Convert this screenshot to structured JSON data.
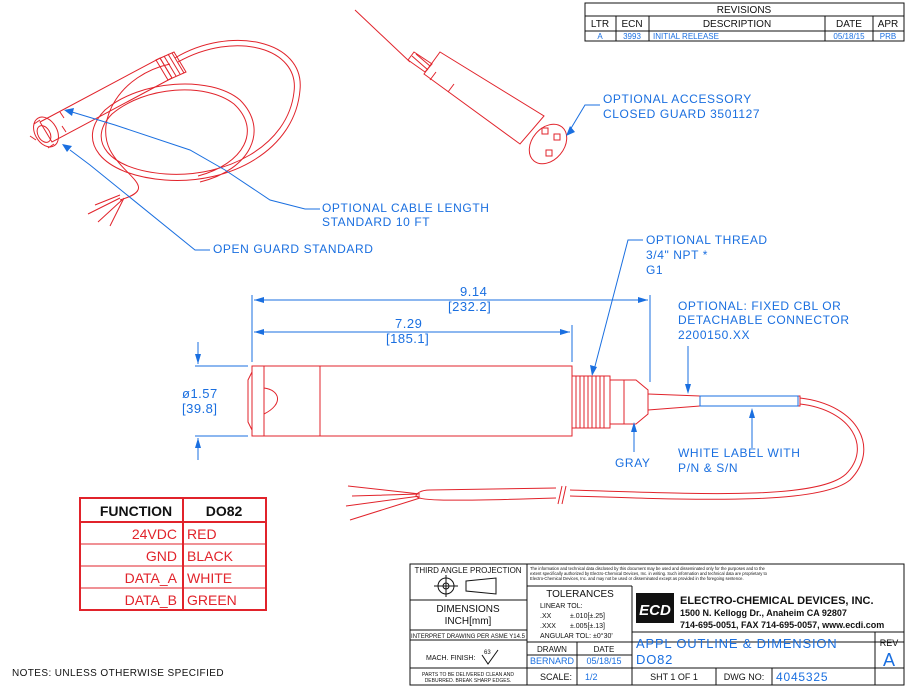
{
  "revisions": {
    "title": "REVISIONS",
    "headers": [
      "LTR",
      "ECN",
      "DESCRIPTION",
      "DATE",
      "APR"
    ],
    "row": [
      "A",
      "3993",
      "INITIAL RELEASE",
      "05/18/15",
      "PRB"
    ]
  },
  "callouts": {
    "closed_guard": [
      "OPTIONAL ACCESSORY",
      "CLOSED GUARD 3501127"
    ],
    "cable_length": [
      "OPTIONAL CABLE LENGTH",
      "STANDARD 10 FT"
    ],
    "open_guard": "OPEN GUARD STANDARD",
    "thread": [
      "OPTIONAL THREAD",
      "3/4\" NPT *",
      "G1"
    ],
    "connector": [
      "OPTIONAL: FIXED CBL OR",
      "DETACHABLE CONNECTOR",
      "2200150.XX"
    ],
    "gray": "GRAY",
    "white_label": [
      "WHITE LABEL WITH",
      "P/N & S/N"
    ]
  },
  "dimensions": {
    "overall": [
      "9.14",
      "[232.2]"
    ],
    "body": [
      "7.29",
      "[185.1]"
    ],
    "diameter": [
      "ø1.57",
      "[39.8]"
    ]
  },
  "function_table": {
    "headers": [
      "FUNCTION",
      "DO82"
    ],
    "rows": [
      [
        "24VDC",
        "RED"
      ],
      [
        "GND",
        "BLACK"
      ],
      [
        "DATA_A",
        "WHITE"
      ],
      [
        "DATA_B",
        "GREEN"
      ]
    ]
  },
  "notes": "NOTES: UNLESS OTHERWISE SPECIFIED",
  "title_block": {
    "projection": "THIRD ANGLE PROJECTION",
    "dimensions_label": "DIMENSIONS",
    "units": "INCH[mm]",
    "interpret": "INTERPRET DRAWING PER ASME Y14.5",
    "finish": "MACH. FINISH:",
    "finish_value": "63",
    "deburr": [
      "PARTS TO BE DELIVERED CLEAN AND",
      "DEBURRED. BREAK SHARP EDGES."
    ],
    "disclaimer": [
      "The information and technical data disclosed by this document may be used and disseminated only for the purposes and to the",
      "extent specifically authorized by Electro-Chemical Devices, Inc. in writing. Such information and technical data are proprietary to",
      "Electro-Chemical Devices, Inc. and may not be used or disseminated except as provided in the foregoing sentence."
    ],
    "tolerances": "TOLERANCES",
    "linear_tol": "LINEAR TOL:",
    "tol_xx": [
      ".XX",
      "±.010[±.25]"
    ],
    "tol_xxx": [
      ".XXX",
      "±.005[±.13]"
    ],
    "angular": "ANGULAR TOL: ±0°30'",
    "logo": "ECD",
    "company": "ELECTRO-CHEMICAL DEVICES, INC.",
    "address": "1500 N. Kellogg Dr., Anaheim CA 92807",
    "contact": "714-695-0051, FAX 714-695-0057, www.ecdi.com",
    "drawn_label": "DRAWN",
    "drawn_by": "BERNARD",
    "date_label": "DATE",
    "date": "05/18/15",
    "title1": "APPL OUTLINE & DIMENSION",
    "title2": "DO82",
    "rev_label": "REV",
    "rev": "A",
    "scale_label": "SCALE:",
    "scale": "1/2",
    "sheet": "SHT 1 OF 1",
    "dwg_label": "DWG NO:",
    "dwg": "4045325"
  }
}
